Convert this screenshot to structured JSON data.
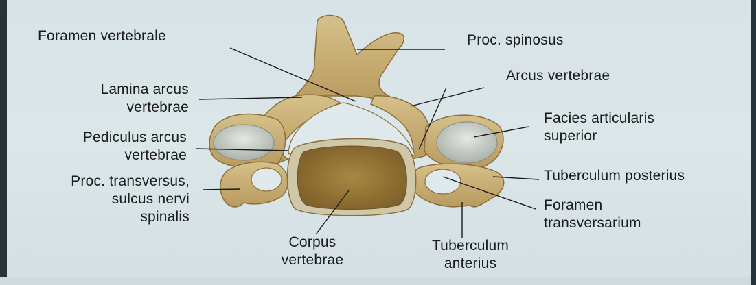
{
  "labels": {
    "foramen_vertebrale": "Foramen vertebrale",
    "proc_spinosus": "Proc. spinosus",
    "arcus_vertebrae": "Arcus vertebrae",
    "lamina_line1": "Lamina arcus",
    "lamina_line2": "vertebrae",
    "facies_line1": "Facies articularis",
    "facies_line2": "superior",
    "pediculus_line1": "Pediculus arcus",
    "pediculus_line2": "vertebrae",
    "tuberculum_posterius": "Tuberculum posterius",
    "transversus_line1": "Proc. transversus,",
    "transversus_line2": "sulcus nervi",
    "transversus_line3": "spinalis",
    "foramen_transv_line1": "Foramen",
    "foramen_transv_line2": "transversarium",
    "corpus_line1": "Corpus",
    "corpus_line2": "vertebrae",
    "tub_anterius_line1": "Tuberculum",
    "tub_anterius_line2": "anterius"
  },
  "colors": {
    "bone": "#c9b27a",
    "bone_dark": "#8a6f3c",
    "corpus": "#9b7a3a",
    "facet": "#c7cdc6",
    "leader": "#1b1b1b"
  }
}
